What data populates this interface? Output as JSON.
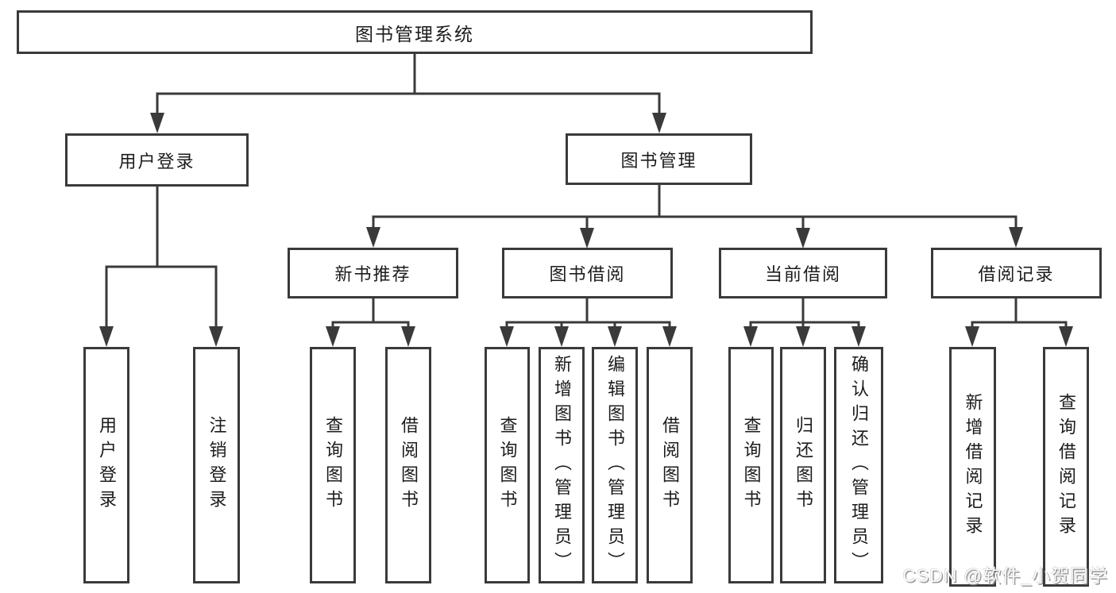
{
  "diagram": {
    "root": {
      "label": "图书管理系统"
    },
    "branches": [
      {
        "label": "用户登录",
        "children": [
          {
            "label": "用户登录"
          },
          {
            "label": "注销登录"
          }
        ]
      },
      {
        "label": "图书管理",
        "children": [
          {
            "label": "新书推荐",
            "children": [
              {
                "label": "查询图书"
              },
              {
                "label": "借阅图书"
              }
            ]
          },
          {
            "label": "图书借阅",
            "children": [
              {
                "label": "查询图书"
              },
              {
                "label": "新增图书（管理员）"
              },
              {
                "label": "编辑图书（管理员）"
              },
              {
                "label": "借阅图书"
              }
            ]
          },
          {
            "label": "当前借阅",
            "children": [
              {
                "label": "查询图书"
              },
              {
                "label": "归还图书"
              },
              {
                "label": "确认归还（管理员）"
              }
            ]
          },
          {
            "label": "借阅记录",
            "children": [
              {
                "label": "新增借阅记录"
              },
              {
                "label": "查询借阅记录"
              }
            ]
          }
        ]
      }
    ]
  },
  "colors": {
    "line": "#3a3a3a",
    "text": "#1c1c1c",
    "background": "#ffffff"
  },
  "watermark": {
    "text": "CSDN @软件_小贺同学"
  }
}
